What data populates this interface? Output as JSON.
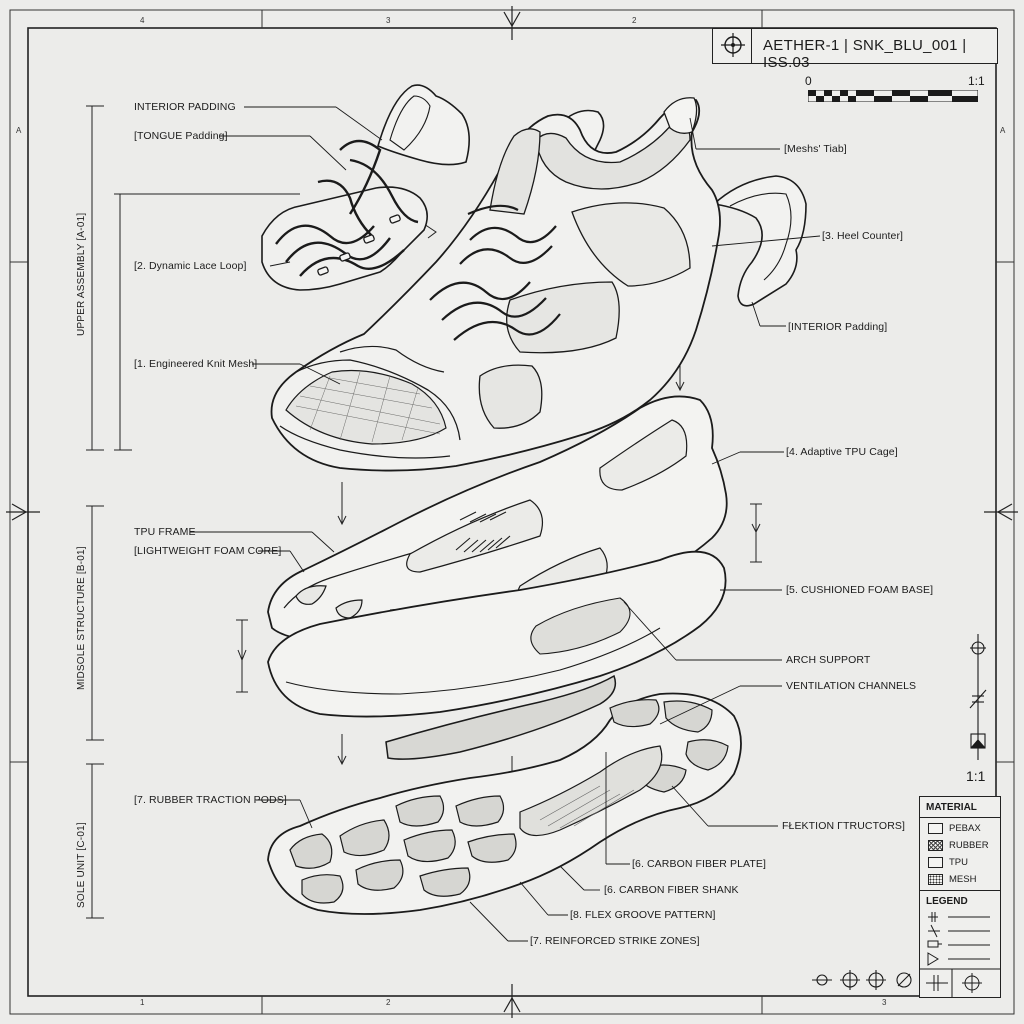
{
  "title_block": {
    "text": "AETHER-1 | SNK_BLU_001 | ISS.03"
  },
  "scale_bar": {
    "zero": "0",
    "ratio": "1:1"
  },
  "side_scale": "1:1",
  "zone_markers": {
    "top": [
      "4",
      "3",
      "2"
    ],
    "bottom": [
      "1",
      "2",
      "3"
    ],
    "left": [
      "A"
    ],
    "right": [
      "A"
    ]
  },
  "sections": {
    "upper": "UPPER ASSEMBLY [A-01]",
    "midsole": "MIDSOLE STRUCTURE [B-01]",
    "sole": "SOLE UNIT [C-01]"
  },
  "callouts": {
    "interior_padding_top": "INTERIOR PADDING",
    "tongue_padding": "[TONGUE Padding]",
    "dynamic_lace_loop": "[2. Dynamic Lace Loop]",
    "engineered_knit_mesh": "[1. Engineered Knit Mesh]",
    "meshs_tab": "[Meshs' Tiab]",
    "heel_counter": "[3. Heel Counter]",
    "interior_padding_right": "[INTERIOR Padding]",
    "adaptive_tpu_cage": "[4. Adaptive TPU Cage]",
    "tpu_frame": "TPU FRAME",
    "lightweight_foam_core": "[LIGHTWEIGHT FOAM CORE]",
    "cushioned_foam_base": "[5. CUSHIONED FOAM BASE]",
    "arch_support": "ARCH SUPPORT",
    "ventilation_channels": "VENTILATION CHANNELS",
    "rubber_traction_pods": "[7. RUBBER TRACTION PODS]",
    "flextion_structors": "FŁEKTION ΓTRUCTORS]",
    "carbon_fiber_plate": "[6. CARBON FIBER PLATE]",
    "carbon_fiber_shank": "[6. CARBON FIBER SHANK",
    "flex_groove_pattern": "[8. FLEX GROOVE PATTERN]",
    "reinforced_strike_zones": "[7. REINFORCED STRIKE ZONES]"
  },
  "material": {
    "title": "MATERIAL",
    "items": [
      "PEBAX",
      "RUBBER",
      "TPU",
      "MESH"
    ]
  },
  "legend": {
    "title": "LEGEND"
  },
  "colors": {
    "paper": "#ececea",
    "ink": "#1b1b1b"
  }
}
